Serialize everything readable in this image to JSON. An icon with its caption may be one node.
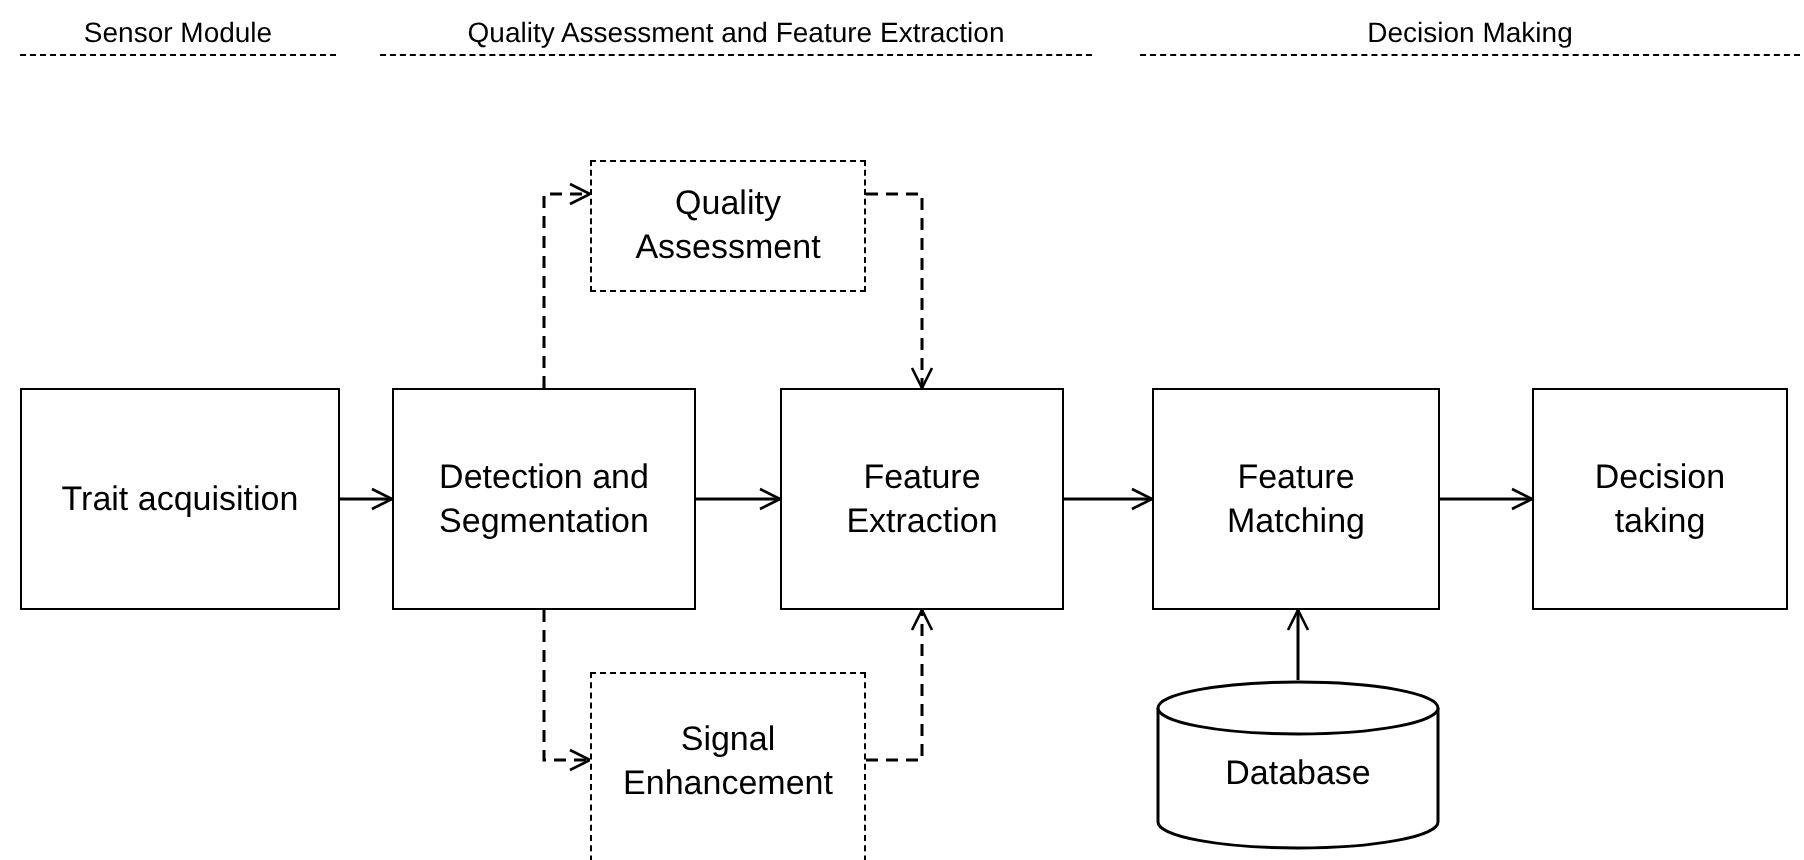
{
  "diagram": {
    "nodes": [
      {
        "text": [
          "Trait acquisition"
        ]
      },
      {
        "text": [
          "Detection and Segmentation"
        ]
      },
      {
        "text": [
          "Quality Assessment"
        ]
      },
      {
        "text": [
          "Feature Extraction"
        ]
      },
      {
        "text": [
          "Signal Enhancement"
        ]
      },
      {
        "text": [
          "Feature Matching"
        ]
      },
      {
        "text": [
          "Database"
        ]
      },
      {
        "text": [
          "Decision taking"
        ]
      }
    ],
    "edges": [
      {
        "from": 0,
        "to": 1,
        "arrow": "to"
      },
      {
        "from": 1,
        "to": 3,
        "arrow": "to"
      },
      {
        "from": 3,
        "to": 5,
        "arrow": "to"
      },
      {
        "from": 5,
        "to": 7,
        "arrow": "to"
      },
      {
        "from": 1,
        "to": 2,
        "arrow": "to",
        "style": "dashed"
      },
      {
        "from": 2,
        "to": 3,
        "arrow": "to",
        "style": "dashed"
      },
      {
        "from": 1,
        "to": 4,
        "arrow": "to",
        "style": "dashed"
      },
      {
        "from": 4,
        "to": 3,
        "arrow": "to",
        "style": "dashed"
      },
      {
        "from": 6,
        "to": 5,
        "arrow": "to"
      }
    ],
    "labels": [
      "Sensor Module",
      "Quality Assessment and Feature Extraction",
      "Decision Making"
    ]
  }
}
